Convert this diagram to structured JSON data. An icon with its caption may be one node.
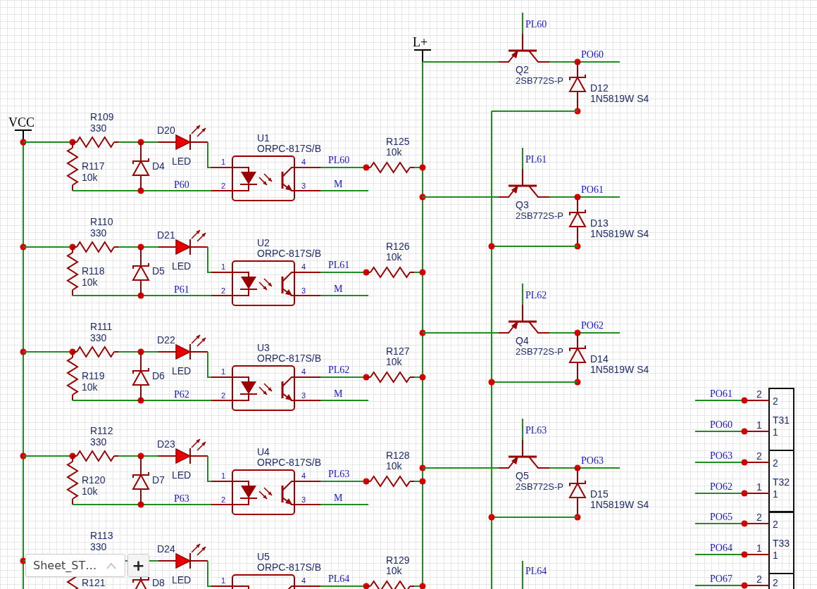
{
  "diagram": {
    "labels": [
      "VCC",
      "L+",
      "R109",
      "330",
      "D20",
      "LED",
      "R117",
      "10k",
      "D4",
      "P60",
      "U1",
      "ORPC-817S/B",
      "1",
      "4",
      "2",
      "3",
      "PL60",
      "M",
      "R125",
      "10k",
      "R110",
      "330",
      "D21",
      "LED",
      "R118",
      "10k",
      "D5",
      "P61",
      "U2",
      "ORPC-817S/B",
      "1",
      "4",
      "2",
      "3",
      "PL61",
      "M",
      "R126",
      "10k",
      "R111",
      "330",
      "D22",
      "LED",
      "R119",
      "10k",
      "D6",
      "P62",
      "U3",
      "ORPC-817S/B",
      "1",
      "4",
      "2",
      "3",
      "PL62",
      "M",
      "R127",
      "10k",
      "R112",
      "330",
      "D23",
      "LED",
      "R120",
      "10k",
      "D7",
      "P63",
      "U4",
      "ORPC-817S/B",
      "1",
      "4",
      "2",
      "3",
      "PL63",
      "M",
      "R128",
      "10k",
      "R113",
      "330",
      "D24",
      "U5",
      "R129",
      "ORPC-817S/B",
      "10k",
      "LED",
      "PL64",
      "R121",
      "D8",
      "1",
      "4",
      "PL60",
      "PO60",
      "Q2",
      "2SB772S-P",
      "D12",
      "1N5819W S4",
      "PL61",
      "PO61",
      "Q3",
      "2SB772S-P",
      "D13",
      "1N5819W S4",
      "PL62",
      "PO62",
      "Q4",
      "2SB772S-P",
      "D14",
      "1N5819W S4",
      "PL63",
      "PO63",
      "Q5",
      "2SB772S-P",
      "D15",
      "1N5819W S4",
      "PL64",
      "PO61",
      "2",
      "2",
      "T31",
      "PO60",
      "1",
      "1",
      "PO63",
      "2",
      "2",
      "T32",
      "PO62",
      "1",
      "1",
      "PO65",
      "2",
      "2",
      "T33",
      "PO64",
      "1",
      "1",
      "PO67",
      "2",
      "2",
      "Sheet_ST…",
      "+"
    ]
  }
}
